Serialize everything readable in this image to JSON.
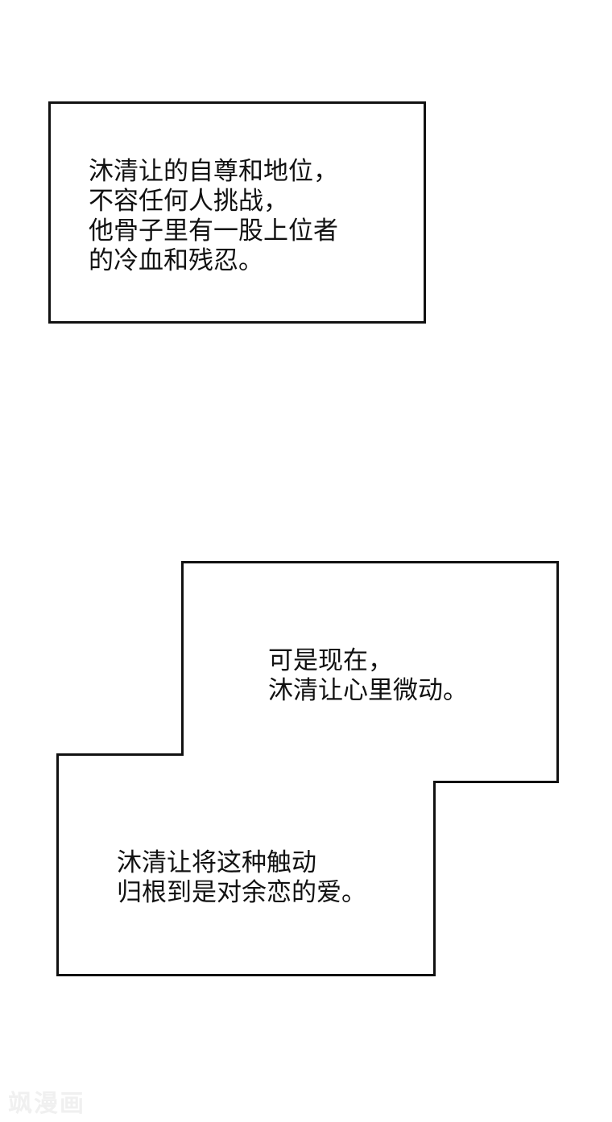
{
  "captions": [
    {
      "lines": [
        "沐清让的自尊和地位，",
        "不容任何人挑战，",
        "他骨子里有一股上位者",
        "的冷血和残忍。"
      ]
    },
    {
      "lines": [
        "可是现在，",
        "沐清让心里微动。"
      ]
    },
    {
      "lines": [
        "沐清让将这种触动",
        "归根到是对余恋的爱。"
      ]
    }
  ],
  "watermark": "飒漫画",
  "colors": {
    "border": "#111111",
    "background": "#ffffff"
  }
}
